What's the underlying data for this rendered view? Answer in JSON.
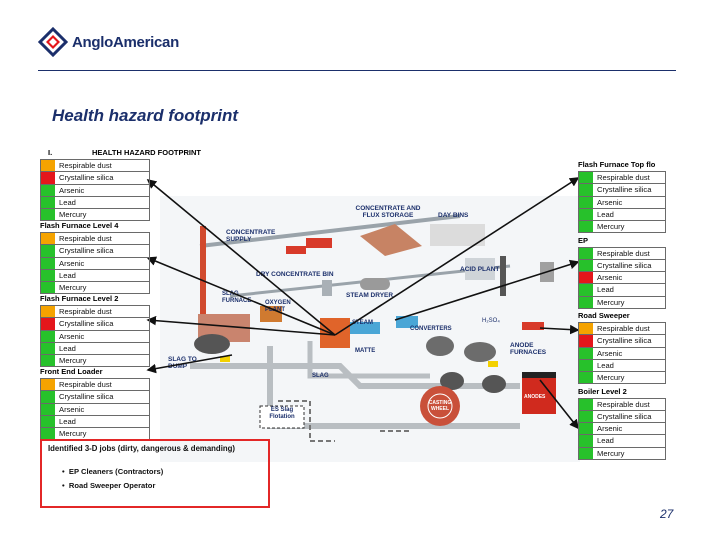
{
  "brand": {
    "name": "AngloAmerican"
  },
  "title": "Health hazard footprint",
  "page_number": "27",
  "colors": {
    "green": "#27c12b",
    "orange": "#f5a300",
    "red": "#e4161b",
    "navy": "#1b2f6b",
    "box_red": "#e32727"
  },
  "left_tables": [
    {
      "header": "HEALTH HAZARD FOOTPRINT",
      "header_marker": "I.",
      "rows": [
        {
          "label": "Respirable dust",
          "level": "orange"
        },
        {
          "label": "Crystalline silica",
          "level": "red"
        },
        {
          "label": "Arsenic",
          "level": "green"
        },
        {
          "label": "Lead",
          "level": "green"
        },
        {
          "label": "Mercury",
          "level": "green"
        }
      ]
    },
    {
      "header": "Flash Furnace Level 4",
      "rows": [
        {
          "label": "Respirable dust",
          "level": "orange"
        },
        {
          "label": "Crystalline silica",
          "level": "green"
        },
        {
          "label": "Arsenic",
          "level": "green"
        },
        {
          "label": "Lead",
          "level": "green"
        },
        {
          "label": "Mercury",
          "level": "green"
        }
      ]
    },
    {
      "header": "Flash Furnace Level 2",
      "rows": [
        {
          "label": "Respirable dust",
          "level": "orange"
        },
        {
          "label": "Crystalline silica",
          "level": "red"
        },
        {
          "label": "Arsenic",
          "level": "green"
        },
        {
          "label": "Lead",
          "level": "green"
        },
        {
          "label": "Mercury",
          "level": "green"
        }
      ]
    },
    {
      "header": "Front End Loader",
      "rows": [
        {
          "label": "Respirable dust",
          "level": "orange"
        },
        {
          "label": "Crystalline silica",
          "level": "green"
        },
        {
          "label": "Arsenic",
          "level": "green"
        },
        {
          "label": "Lead",
          "level": "green"
        },
        {
          "label": "Mercury",
          "level": "green"
        }
      ]
    }
  ],
  "right_tables": [
    {
      "header": "Flash Furnace Top flo",
      "rows": [
        {
          "label": "Respirable dust",
          "level": "green"
        },
        {
          "label": "Crystalline silica",
          "level": "green"
        },
        {
          "label": "Arsenic",
          "level": "green"
        },
        {
          "label": "Lead",
          "level": "green"
        },
        {
          "label": "Mercury",
          "level": "green"
        }
      ]
    },
    {
      "header": "EP",
      "rows": [
        {
          "label": "Respirable dust",
          "level": "green"
        },
        {
          "label": "Crystalline silica",
          "level": "green"
        },
        {
          "label": "Arsenic",
          "level": "red"
        },
        {
          "label": "Lead",
          "level": "green"
        },
        {
          "label": "Mercury",
          "level": "green"
        }
      ]
    },
    {
      "header": "Road Sweeper",
      "rows": [
        {
          "label": "Respirable dust",
          "level": "orange"
        },
        {
          "label": "Crystalline silica",
          "level": "red"
        },
        {
          "label": "Arsenic",
          "level": "green"
        },
        {
          "label": "Lead",
          "level": "green"
        },
        {
          "label": "Mercury",
          "level": "green"
        }
      ]
    },
    {
      "header": "Boiler Level 2",
      "rows": [
        {
          "label": "Respirable dust",
          "level": "green"
        },
        {
          "label": "Crystalline silica",
          "level": "green"
        },
        {
          "label": "Arsenic",
          "level": "green"
        },
        {
          "label": "Lead",
          "level": "green"
        },
        {
          "label": "Mercury",
          "level": "green"
        }
      ]
    }
  ],
  "plant_labels": {
    "concentrate_flux": "CONCENTRATE AND FLUX STORAGE",
    "day_bins": "DAY BINS",
    "concentrate_supply": "CONCENTRATE SUPPLY",
    "dry_concentrate_bin": "DRY CONCENTRATE BIN",
    "acid_plant": "ACID PLANT",
    "steam_dryer": "STEAM DRYER",
    "slag_furnace": "SLAG FURNACE",
    "oxygen_plant": "OXYGEN PLANT",
    "steam": "STEAM",
    "converters": "CONVERTERS",
    "h2so4": "H₂SO₄",
    "slag_to_dump": "SLAG TO DUMP",
    "matte": "MATTE",
    "anode_furnaces": "ANODE FURNACES",
    "slag": "SLAG",
    "es_slag_flotation": "ES Slag Flotation",
    "casting_wheel": "CASTING WHEEL",
    "anodes": "ANODES"
  },
  "jobs_box": {
    "title": "Identified 3-D jobs (dirty, dangerous & demanding)",
    "items": [
      "EP Cleaners (Contractors)",
      "Road Sweeper Operator"
    ]
  }
}
